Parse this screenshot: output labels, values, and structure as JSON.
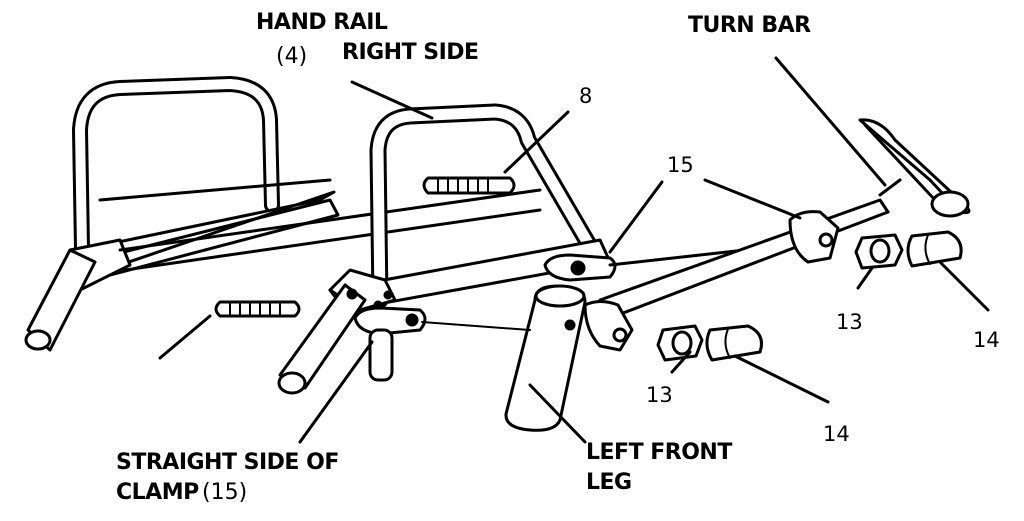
{
  "labels": {
    "hand_rail": "HAND RAIL",
    "hand_rail_part": "(4)",
    "right_side": "RIGHT SIDE",
    "turn_bar": "TURN BAR",
    "part_8": "8",
    "part_15_top": "15",
    "part_13_right": "13",
    "part_14_right": "14",
    "part_13_lower": "13",
    "part_14_lower": "14",
    "straight_side_of": "STRAIGHT SIDE OF",
    "clamp": "CLAMP",
    "clamp_part": "(15)",
    "left_front": "LEFT FRONT",
    "leg": "LEG"
  }
}
